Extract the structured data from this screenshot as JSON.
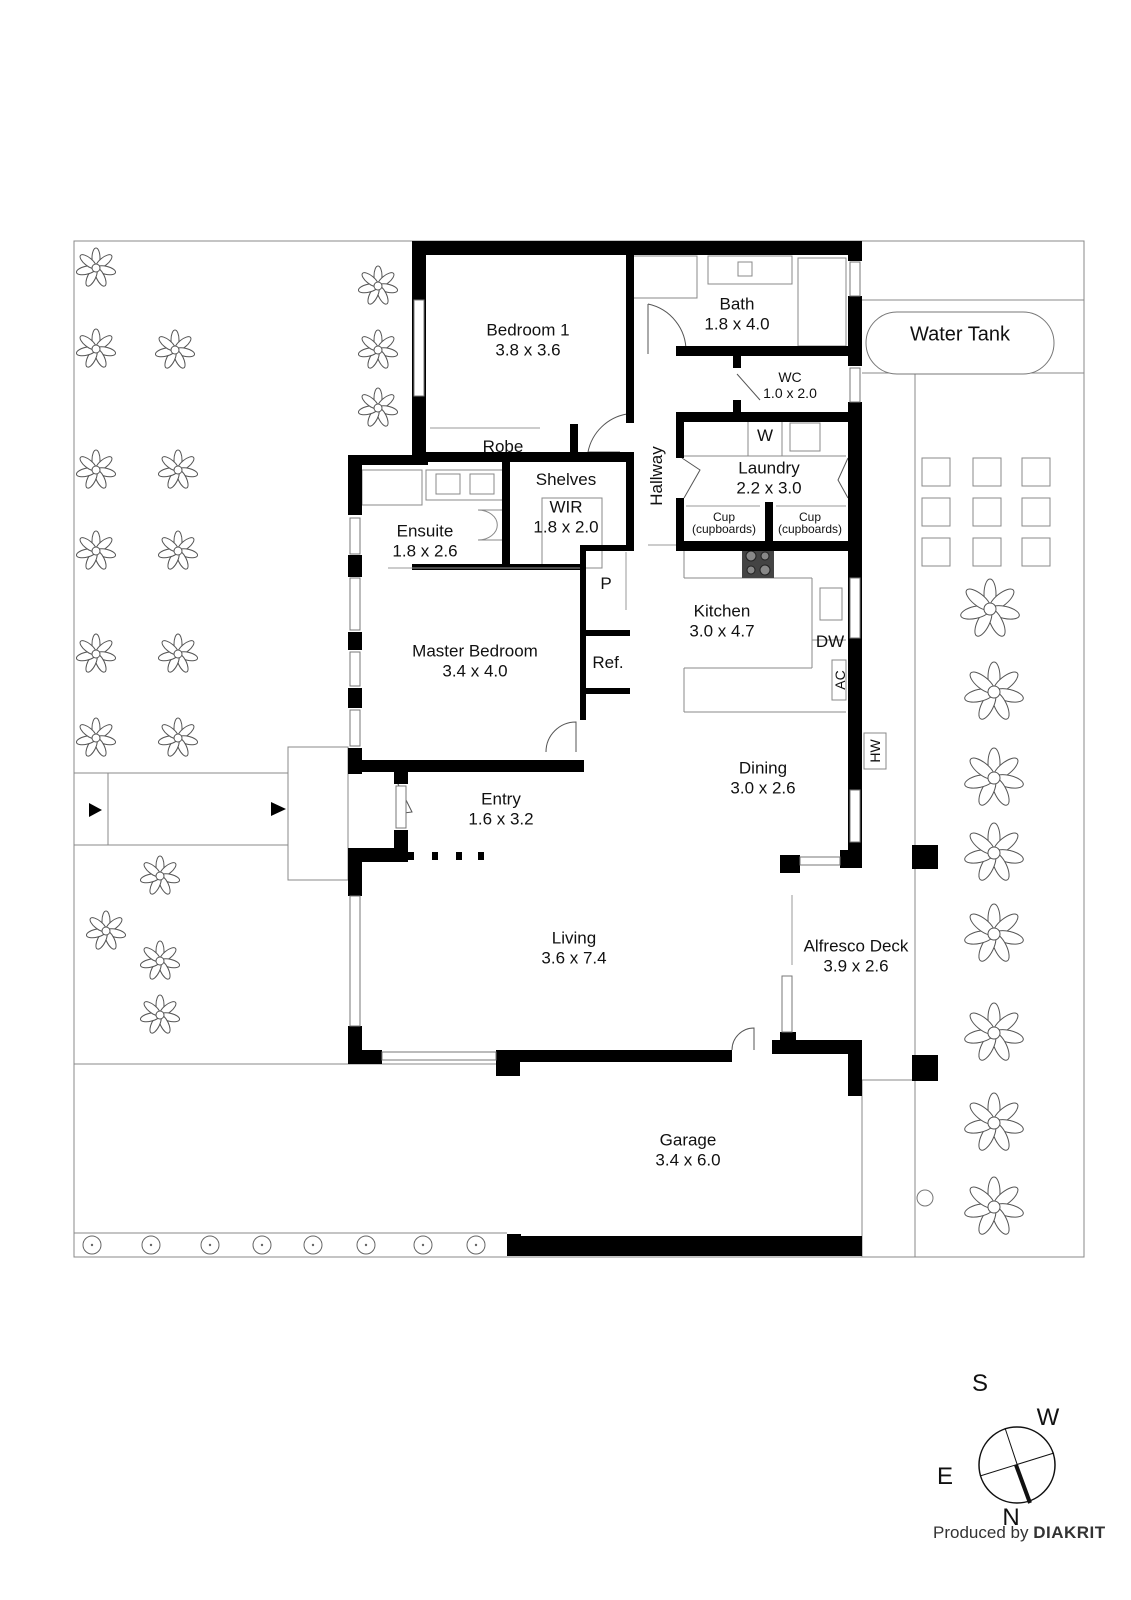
{
  "floorplan": {
    "rooms": [
      {
        "id": "bedroom-1",
        "name": "Bedroom 1",
        "dims": "3.8 x 3.6"
      },
      {
        "id": "bath",
        "name": "Bath",
        "dims": "1.8 x 4.0"
      },
      {
        "id": "wc",
        "name": "WC",
        "dims": "1.0 x 2.0"
      },
      {
        "id": "robe",
        "name": "Robe"
      },
      {
        "id": "laundry",
        "name": "Laundry",
        "dims": "2.2 x 3.0"
      },
      {
        "id": "ensuite",
        "name": "Ensuite",
        "dims": "1.8 x 2.6"
      },
      {
        "id": "wir",
        "name": "WIR",
        "dims": "1.8 x 2.0"
      },
      {
        "id": "shelves",
        "name": "Shelves"
      },
      {
        "id": "hallway",
        "name": "Hallway"
      },
      {
        "id": "kitchen",
        "name": "Kitchen",
        "dims": "3.0 x 4.7"
      },
      {
        "id": "master-bedroom",
        "name": "Master Bedroom",
        "dims": "3.4 x 4.0"
      },
      {
        "id": "dining",
        "name": "Dining",
        "dims": "3.0 x 2.6"
      },
      {
        "id": "entry",
        "name": "Entry",
        "dims": "1.6 x 3.2"
      },
      {
        "id": "living",
        "name": "Living",
        "dims": "3.6 x 7.4"
      },
      {
        "id": "alfresco-deck",
        "name": "Alfresco Deck",
        "dims": "3.9 x 2.6"
      },
      {
        "id": "garage",
        "name": "Garage",
        "dims": "3.4 x 6.0"
      },
      {
        "id": "water-tank",
        "name": "Water Tank"
      }
    ],
    "fixtures": {
      "washer": "W",
      "pantry": "P",
      "fridge": "Ref.",
      "dishwasher": "DW",
      "air_conditioner": "AC",
      "hot_water": "HW",
      "cupboard_left": {
        "label": "Cup",
        "sub": "(cupboards)"
      },
      "cupboard_right": {
        "label": "Cup",
        "sub": "(cupboards)"
      }
    }
  },
  "compass": {
    "top": "S",
    "right": "W",
    "left": "E",
    "bottom": "N"
  },
  "credit": {
    "prefix": "Produced by",
    "brand": "DIAKRIT"
  },
  "colors": {
    "wall": "#000000",
    "line": "#888888",
    "plant": "#555555",
    "background": "#ffffff"
  }
}
